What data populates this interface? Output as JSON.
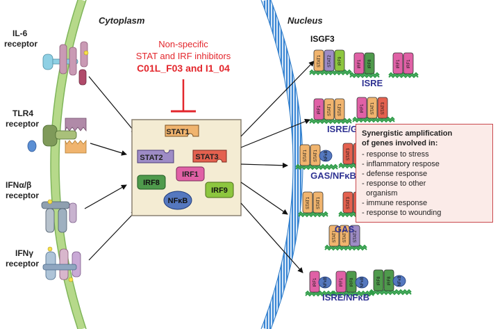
{
  "labels": {
    "cytoplasm": "Cytoplasm",
    "nucleus": "Nucleus",
    "receptors": [
      "IL-6",
      "receptor",
      "TLR4",
      "receptor",
      "IFNα/β",
      "receptor",
      "IFNγ",
      "receptor"
    ],
    "inhibitor": [
      "Non-specific",
      "STAT and IRF inhibitors",
      "C01L_F03 and I1_04"
    ],
    "box_proteins": [
      "STAT1",
      "STAT2",
      "STAT3",
      "IRF1",
      "IRF8",
      "IRF9",
      "NFκB"
    ],
    "groups": [
      "ISGF3",
      "ISRE",
      "ISRE/GAS",
      "GAS/NFκB",
      "GAS",
      "ISRE/NFκB"
    ],
    "small": [
      "STAT1",
      "STAT2",
      "STAT3",
      "IRF1",
      "IRF8",
      "IRF9",
      "NFκB"
    ]
  },
  "synergy": {
    "heading": [
      "Synergistic amplification",
      "of genes involved in:"
    ],
    "items": [
      "- response to stress",
      "- inflammatory respose",
      "- defense response",
      "- response to other",
      "  organism",
      "- immune response",
      "- response to wounding"
    ]
  },
  "colors": {
    "stat1": "#f0b46e",
    "stat2": "#9e8cc6",
    "stat3": "#e4614f",
    "irf1": "#e061a6",
    "irf8": "#4f9a4c",
    "irf9": "#8dc63f",
    "nfkb": "#5578bf",
    "red": "#e3262c",
    "navy": "#2e3192",
    "dna": "#2f9c48"
  }
}
